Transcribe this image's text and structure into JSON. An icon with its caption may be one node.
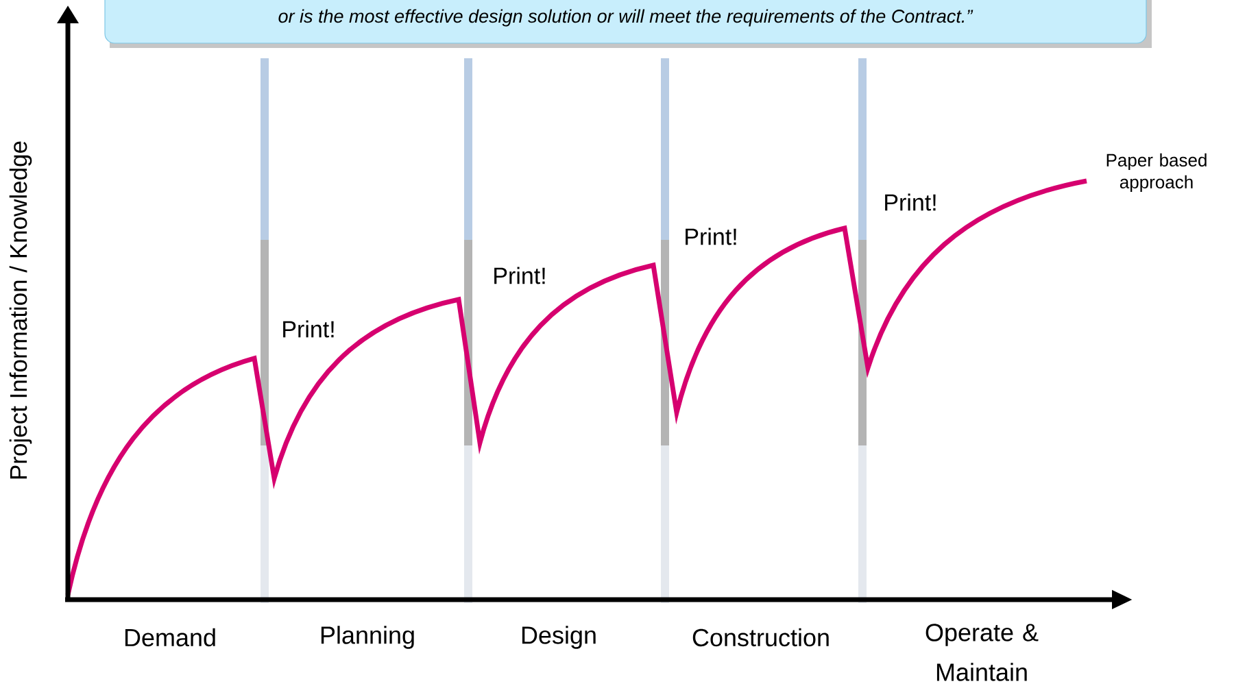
{
  "diagram": {
    "nodes": [
      {
        "text": [
          "or is the most effective design solution or will meet the requirements of the Contract.”"
        ]
      }
    ],
    "labels": [
      "Project Information / Knowledge",
      "Print!",
      "Print!",
      "Print!",
      "Print!",
      "Paper based approach",
      "Demand",
      "Planning",
      "Design",
      "Construction",
      "Operate & Maintain"
    ]
  }
}
